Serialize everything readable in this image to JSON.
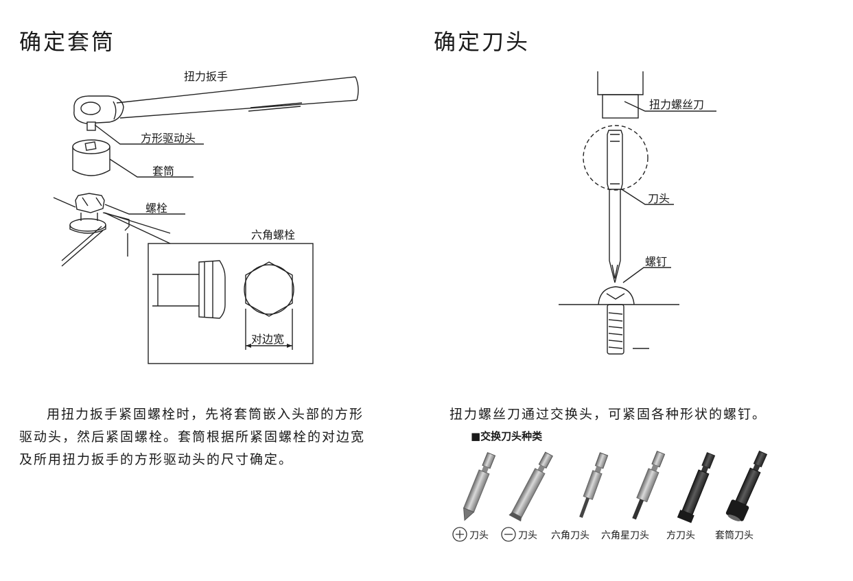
{
  "left": {
    "title": "确定套筒",
    "labels": {
      "wrench": "扭力扳手",
      "square_drive": "方形驱动头",
      "socket": "套筒",
      "bolt": "螺栓",
      "hex_bolt": "六角螺栓",
      "width_across_flats": "对边宽"
    },
    "paragraph_indent": "",
    "paragraph": "用扭力扳手紧固螺栓时，先将套筒嵌入头部的方形驱动头，然后紧固螺栓。套筒根据所紧固螺栓的对边宽及所用扭力扳手的方形驱动头的尺寸确定。"
  },
  "right": {
    "title": "确定刀头",
    "labels": {
      "screwdriver": "扭力螺丝刀",
      "bit": "刀头",
      "screw": "螺钉"
    },
    "paragraph": "扭力螺丝刀通过交换头，可紧固各种形状的螺钉。",
    "bits_heading": "■交换刀头种类",
    "bits": [
      {
        "label": "刀头",
        "icon": "plus-circle-icon"
      },
      {
        "label": "刀头",
        "icon": "minus-circle-icon"
      },
      {
        "label": "六角刀头",
        "icon": ""
      },
      {
        "label": "六角星刀头",
        "icon": ""
      },
      {
        "label": "方刀头",
        "icon": ""
      },
      {
        "label": "套筒刀头",
        "icon": ""
      }
    ]
  }
}
